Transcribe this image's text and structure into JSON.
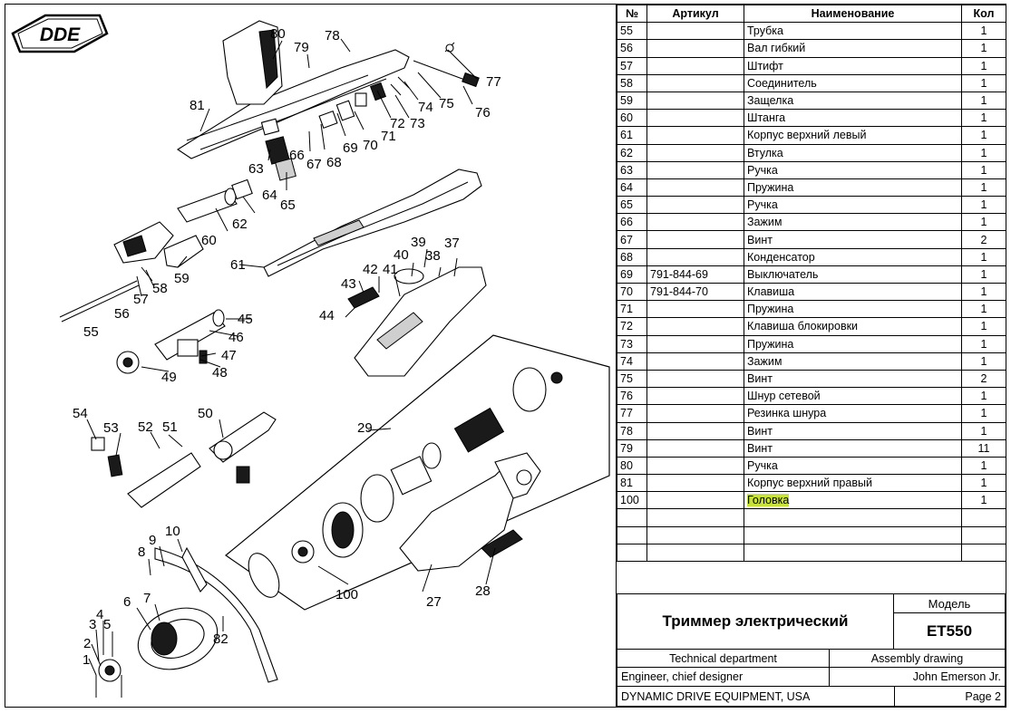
{
  "brand": {
    "logo_text": "DDE"
  },
  "table": {
    "headers": {
      "no": "№",
      "article": "Артикул",
      "name": "Наименование",
      "qty": "Кол"
    },
    "rows": [
      {
        "no": "55",
        "article": "",
        "name": "Трубка",
        "qty": "1"
      },
      {
        "no": "56",
        "article": "",
        "name": "Вал гибкий",
        "qty": "1"
      },
      {
        "no": "57",
        "article": "",
        "name": "Штифт",
        "qty": "1"
      },
      {
        "no": "58",
        "article": "",
        "name": "Соединитель",
        "qty": "1"
      },
      {
        "no": "59",
        "article": "",
        "name": "Защелка",
        "qty": "1"
      },
      {
        "no": "60",
        "article": "",
        "name": "Штанга",
        "qty": "1"
      },
      {
        "no": "61",
        "article": "",
        "name": "Корпус верхний левый",
        "qty": "1"
      },
      {
        "no": "62",
        "article": "",
        "name": "Втулка",
        "qty": "1"
      },
      {
        "no": "63",
        "article": "",
        "name": "Ручка",
        "qty": "1"
      },
      {
        "no": "64",
        "article": "",
        "name": "Пружина",
        "qty": "1"
      },
      {
        "no": "65",
        "article": "",
        "name": "Ручка",
        "qty": "1"
      },
      {
        "no": "66",
        "article": "",
        "name": "Зажим",
        "qty": "1"
      },
      {
        "no": "67",
        "article": "",
        "name": "Винт",
        "qty": "2"
      },
      {
        "no": "68",
        "article": "",
        "name": "Конденсатор",
        "qty": "1"
      },
      {
        "no": "69",
        "article": "791-844-69",
        "name": "Выключатель",
        "qty": "1"
      },
      {
        "no": "70",
        "article": "791-844-70",
        "name": "Клавиша",
        "qty": "1"
      },
      {
        "no": "71",
        "article": "",
        "name": "Пружина",
        "qty": "1"
      },
      {
        "no": "72",
        "article": "",
        "name": "Клавиша блокировки",
        "qty": "1"
      },
      {
        "no": "73",
        "article": "",
        "name": "Пружина",
        "qty": "1"
      },
      {
        "no": "74",
        "article": "",
        "name": "Зажим",
        "qty": "1"
      },
      {
        "no": "75",
        "article": "",
        "name": "Винт",
        "qty": "2"
      },
      {
        "no": "76",
        "article": "",
        "name": "Шнур сетевой",
        "qty": "1"
      },
      {
        "no": "77",
        "article": "",
        "name": "Резинка шнура",
        "qty": "1"
      },
      {
        "no": "78",
        "article": "",
        "name": "Винт",
        "qty": "1"
      },
      {
        "no": "79",
        "article": "",
        "name": "Винт",
        "qty": "11"
      },
      {
        "no": "80",
        "article": "",
        "name": "Ручка",
        "qty": "1"
      },
      {
        "no": "81",
        "article": "",
        "name": "Корпус верхний правый",
        "qty": "1"
      },
      {
        "no": "100",
        "article": "",
        "name": "Головка",
        "qty": "1",
        "highlight": true
      },
      {
        "no": "",
        "article": "",
        "name": "",
        "qty": ""
      },
      {
        "no": "",
        "article": "",
        "name": "",
        "qty": ""
      },
      {
        "no": "",
        "article": "",
        "name": "",
        "qty": ""
      }
    ]
  },
  "title_block": {
    "model_label": "Модель",
    "product_name": "Триммер электрический",
    "model": "ET550",
    "department": "Technical department",
    "drawing_type": "Assembly drawing",
    "role": "Engineer, chief designer",
    "designer": "John Emerson Jr.",
    "company": "DYNAMIC DRIVE EQUIPMENT, USA",
    "page": "Page 2"
  },
  "drawing": {
    "callouts": [
      "1",
      "2",
      "3",
      "4",
      "5",
      "6",
      "7",
      "8",
      "9",
      "10",
      "27",
      "28",
      "29",
      "37",
      "38",
      "39",
      "40",
      "41",
      "42",
      "43",
      "44",
      "45",
      "46",
      "47",
      "48",
      "49",
      "50",
      "51",
      "52",
      "53",
      "54",
      "55",
      "56",
      "57",
      "58",
      "59",
      "60",
      "61",
      "62",
      "63",
      "64",
      "65",
      "66",
      "67",
      "68",
      "69",
      "70",
      "71",
      "72",
      "73",
      "74",
      "75",
      "76",
      "77",
      "78",
      "79",
      "80",
      "81",
      "82",
      "100"
    ]
  }
}
